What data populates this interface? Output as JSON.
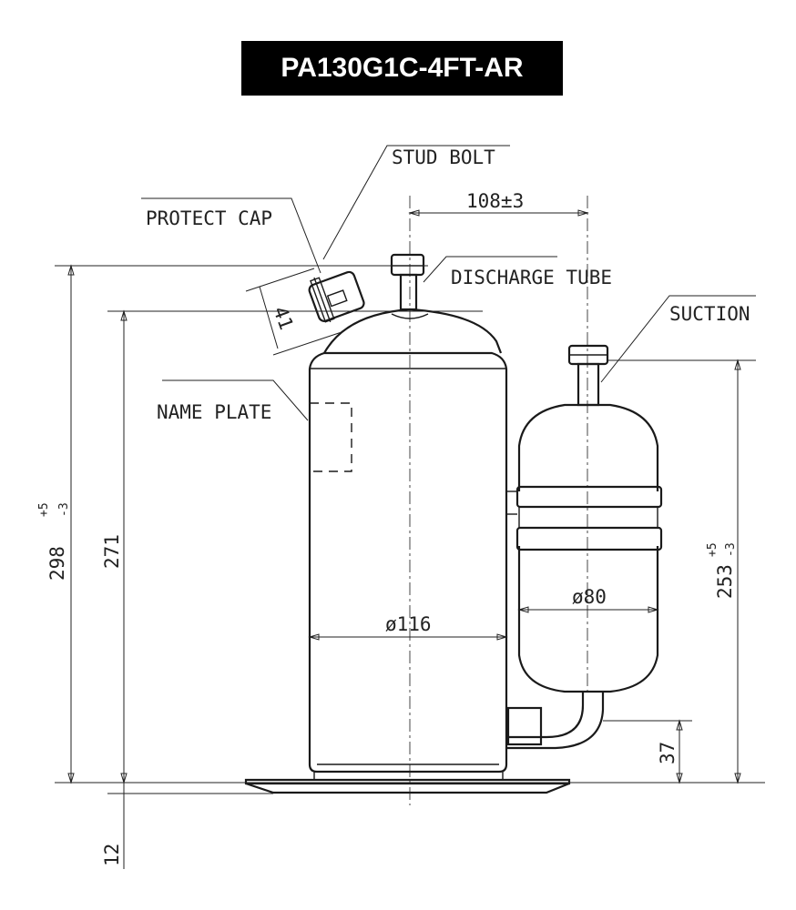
{
  "title": "PA130G1C-4FT-AR",
  "labels": {
    "stud_bolt": "STUD BOLT",
    "protect_cap": "PROTECT CAP",
    "discharge_tube": "DISCHARGE TUBE",
    "suction": "SUCTION",
    "name_plate": "NAME PLATE"
  },
  "dimensions": {
    "offset": "108±3",
    "cap_height": "41",
    "total_height": "298",
    "total_height_tol_plus": "+5",
    "total_height_tol_minus": "-3",
    "body_height": "271",
    "body_diameter": "ø116",
    "accumulator_diameter": "ø80",
    "suction_height": "253",
    "suction_height_tol_plus": "+5",
    "suction_height_tol_minus": "-3",
    "inlet_height": "37",
    "base_height": "12"
  }
}
